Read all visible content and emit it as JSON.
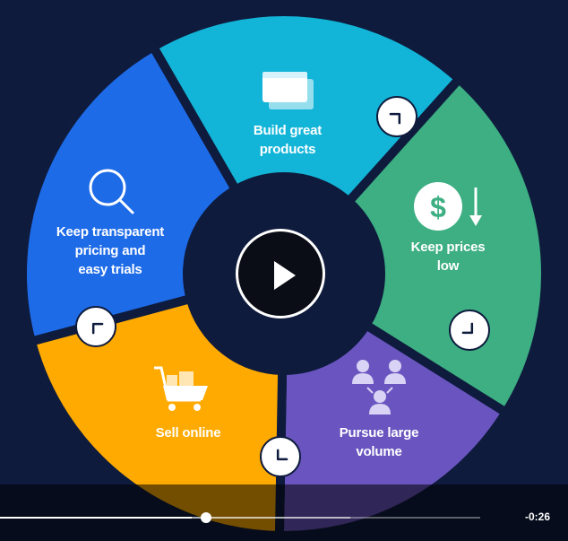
{
  "diagram": {
    "segments": [
      {
        "label": "Build great\nproducts",
        "icon": "browser-windows-icon",
        "color": "#12b5d8"
      },
      {
        "label": "Keep prices\nlow",
        "icon": "dollar-down-arrow-icon",
        "color": "#3daf82"
      },
      {
        "label": "Pursue large\nvolume",
        "icon": "people-network-icon",
        "color": "#6a55c0"
      },
      {
        "label": "Sell online",
        "icon": "shopping-cart-icon",
        "color": "#ffaa00"
      },
      {
        "label": "Keep transparent\npricing and\neasy trials",
        "icon": "magnifier-icon",
        "color": "#1e6be8"
      }
    ],
    "hub_color": "#0e1b3d",
    "background_color": "#0e1b3d",
    "arrow_icon": "chevron-arrow-icon"
  },
  "player": {
    "play_icon": "play-icon",
    "time_remaining": "-0:26",
    "progress_fraction": 0.4,
    "buffered_fraction": 0.73
  }
}
